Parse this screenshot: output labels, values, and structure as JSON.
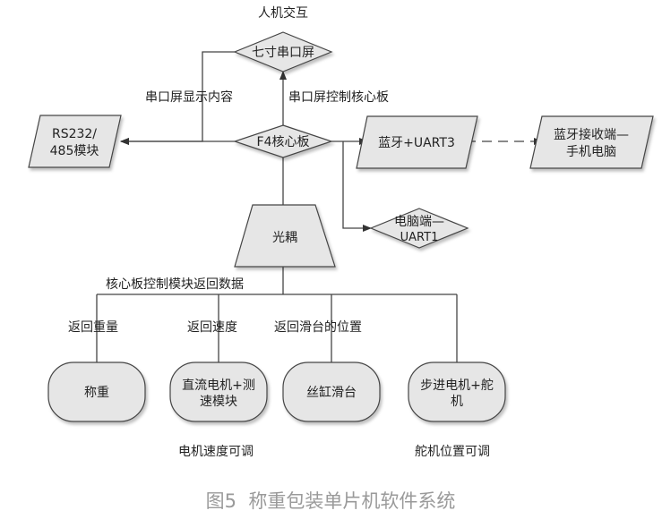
{
  "nodes": {
    "human_interaction": "人机交互",
    "seven_inch_screen": "七寸串口屏",
    "rs485_line1": "RS232/",
    "rs485_line2": "485模块",
    "f4_board": "F4核心板",
    "bluetooth": "蓝牙+UART3",
    "bt_receiver_line1": "蓝牙接收端—",
    "bt_receiver_line2": "手机电脑",
    "pc_line1": "电脑端—",
    "pc_line2": "UART1",
    "optocoupler": "光耦",
    "weighing": "称重",
    "dc_motor_line1": "直流电机+测",
    "dc_motor_line2": "速模块",
    "screw_slide": "丝缸滑台",
    "stepper_line1": "步进电机+舵",
    "stepper_line2": "机"
  },
  "labels": {
    "screen_display": "串口屏显示内容",
    "screen_control": "串口屏控制核心板",
    "board_control": "核心板控制模块返回数据",
    "return_weight": "返回重量",
    "return_speed": "返回速度",
    "return_slide_pos": "返回滑台的位置",
    "motor_speed_adj": "电机速度可调",
    "servo_pos_adj": "舵机位置可调"
  },
  "caption": "图5  称重包装单片机软件系统",
  "colors": {
    "node_fill": "#e6e6e6",
    "stroke": "#444444",
    "caption": "#9a9a9a"
  }
}
